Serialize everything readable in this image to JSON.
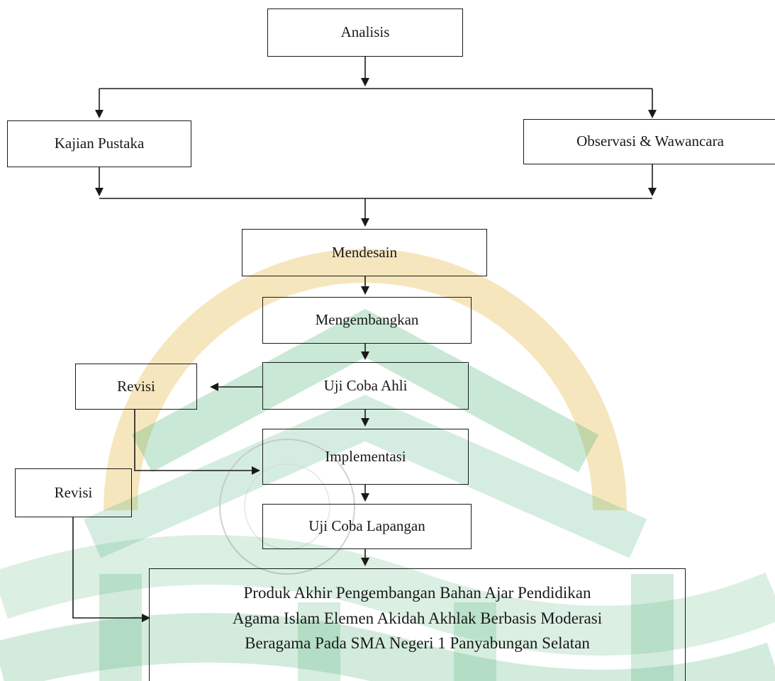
{
  "diagram": {
    "nodes": {
      "analisis": "Analisis",
      "kajian_pustaka": "Kajian Pustaka",
      "observasi": "Observasi & Wawancara",
      "mendesain": "Mendesain",
      "mengembangkan": "Mengembangkan",
      "revisi_1": "Revisi",
      "uji_coba_ahli": "Uji Coba Ahli",
      "implementasi": "Implementasi",
      "revisi_2": "Revisi",
      "uji_coba_lapangan": "Uji Coba Lapangan",
      "produk_akhir": [
        "Produk Akhir Pengembangan Bahan Ajar Pendidikan",
        "Agama Islam Elemen Akidah Akhlak Berbasis Moderasi",
        "Beragama Pada SMA Negeri 1 Panyabungan Selatan"
      ]
    },
    "colors": {
      "line": "#1a1a1a",
      "watermark_gold": "#f6e4b8",
      "watermark_green": "#1f9a52"
    }
  }
}
